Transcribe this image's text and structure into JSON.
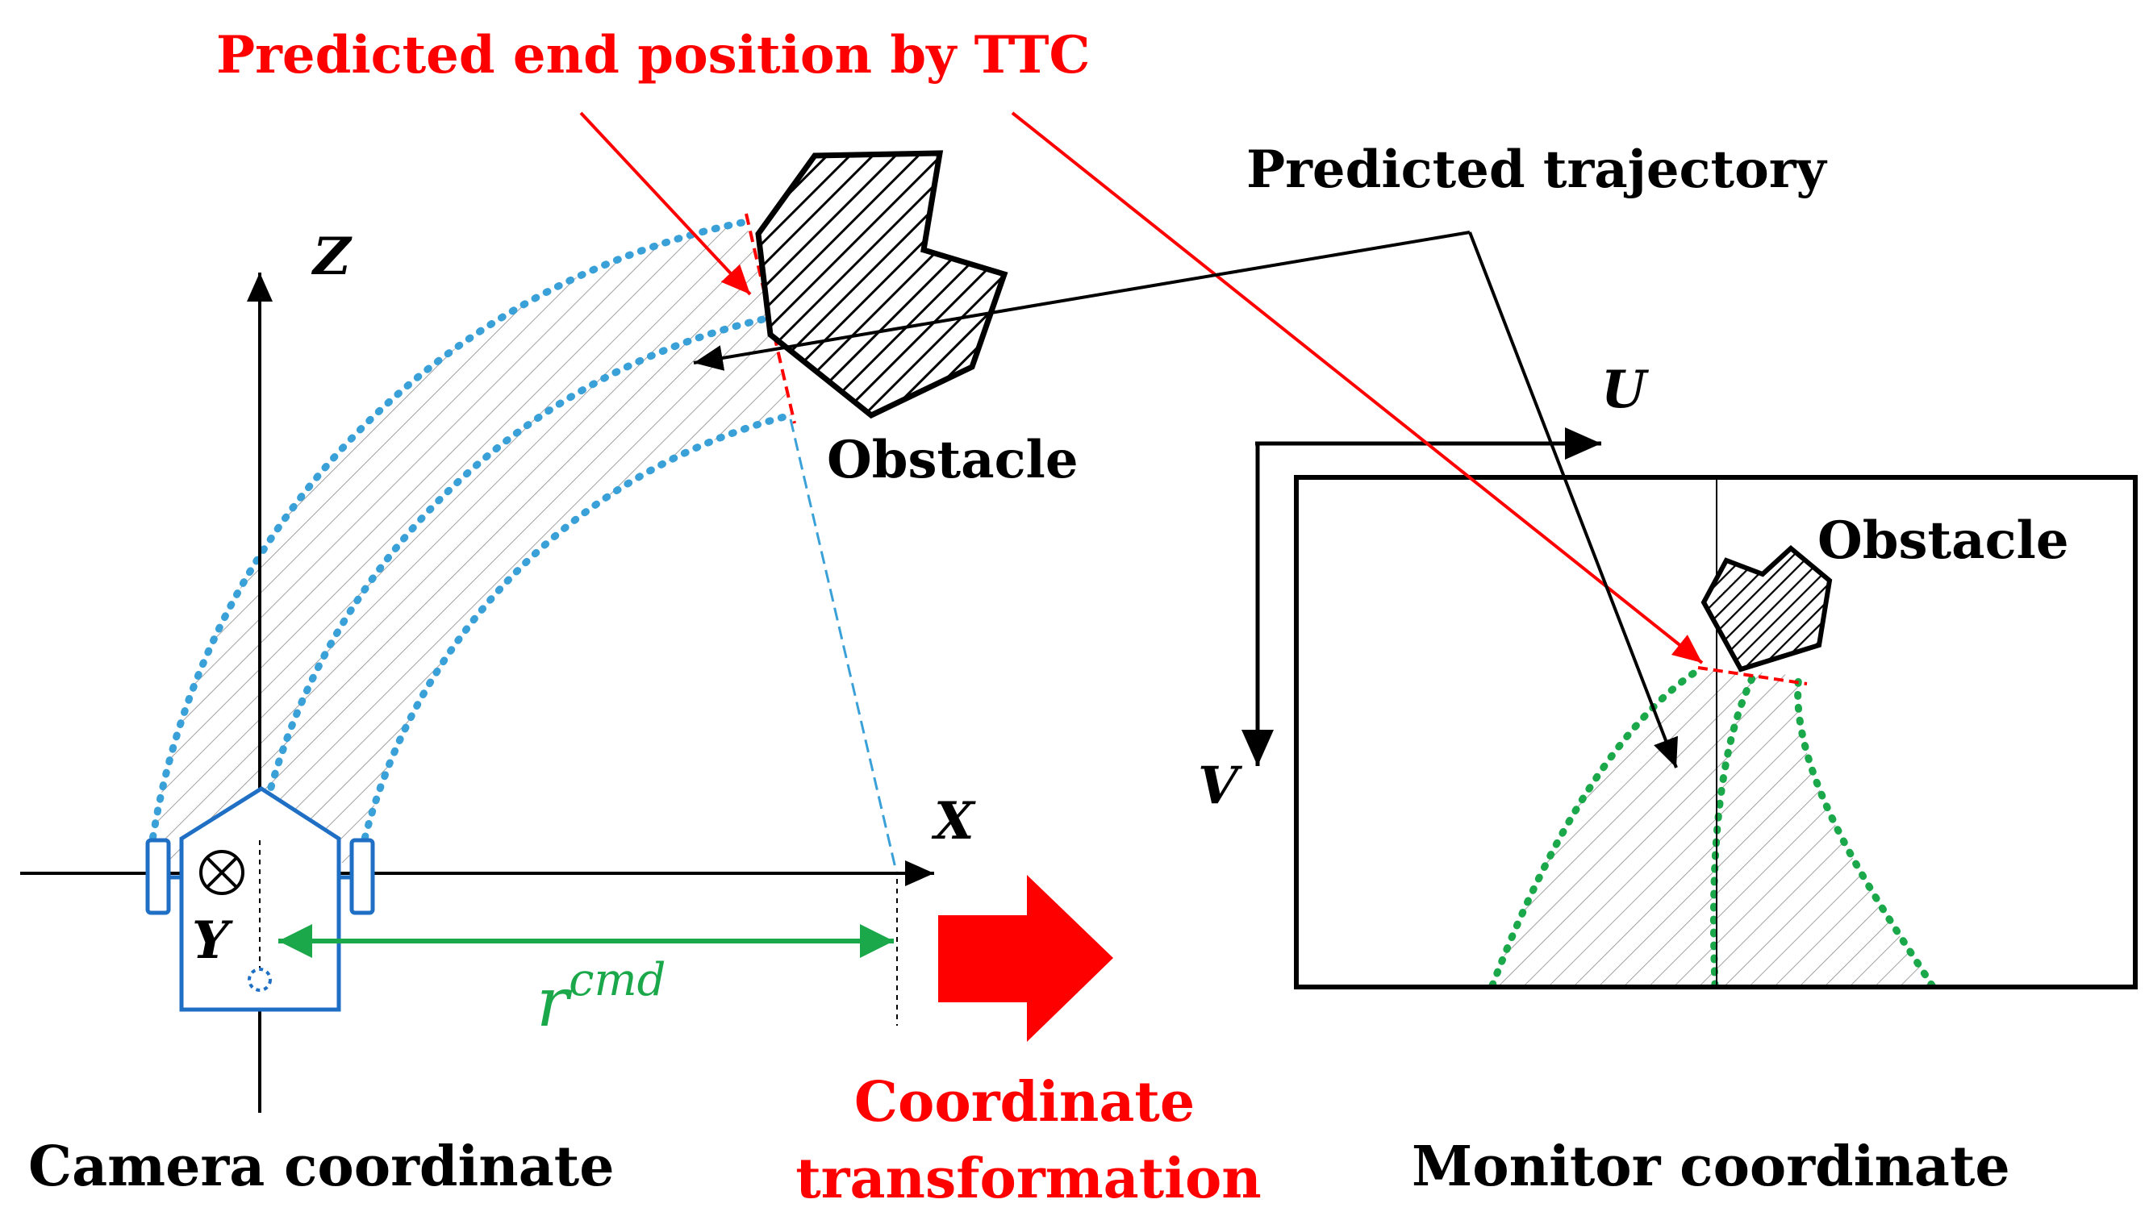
{
  "labels": {
    "predicted_end": "Predicted end position by TTC",
    "predicted_trajectory": "Predicted trajectory",
    "obstacle_camera": "Obstacle",
    "obstacle_monitor": "Obstacle",
    "axis_z": "Z",
    "axis_x": "X",
    "axis_y": "Y",
    "axis_u": "U",
    "axis_v": "V",
    "r_cmd_base": "r",
    "r_cmd_sup": "cmd",
    "camera_coordinate": "Camera coordinate",
    "monitor_coordinate": "Monitor coordinate",
    "coord_transform_line1": "Coordinate",
    "coord_transform_line2": "transformation"
  },
  "colors": {
    "red": "#ff0000",
    "blue": "#1f6fc4",
    "light_blue": "#3aa0d8",
    "green": "#1aa84a",
    "black": "#000000",
    "hatch": "#8a8a8a"
  },
  "icons": {
    "into_page": "circled-times-icon",
    "block_arrow": "right-block-arrow-icon"
  }
}
